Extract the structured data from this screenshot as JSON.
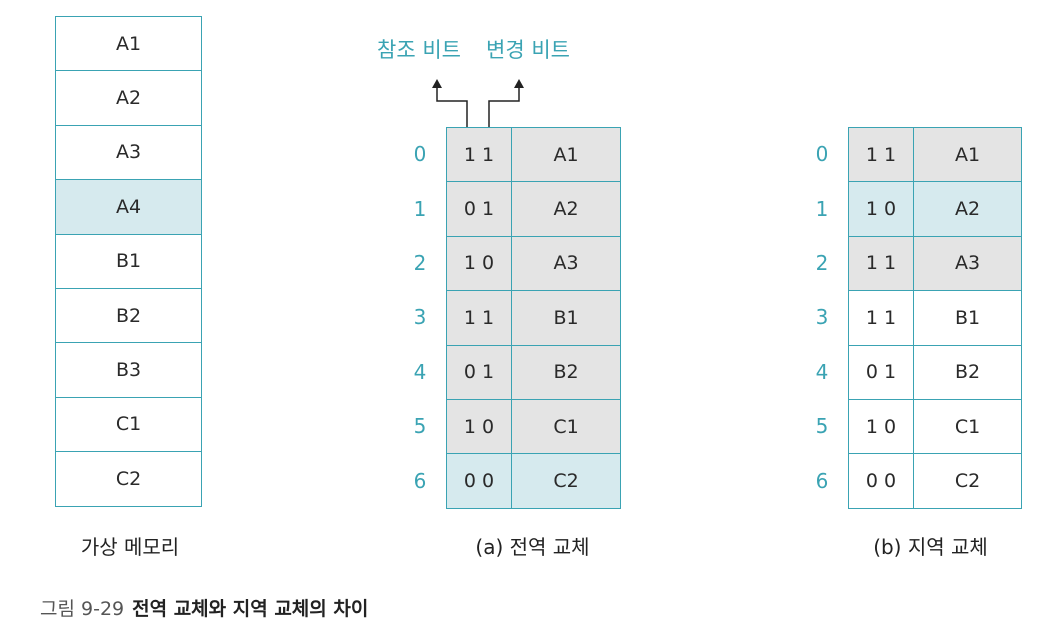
{
  "virtual_memory": {
    "caption": "가상 메모리",
    "pages": [
      {
        "label": "A1",
        "highlight": false
      },
      {
        "label": "A2",
        "highlight": false
      },
      {
        "label": "A3",
        "highlight": false
      },
      {
        "label": "A4",
        "highlight": true
      },
      {
        "label": "B1",
        "highlight": false
      },
      {
        "label": "B2",
        "highlight": false
      },
      {
        "label": "B3",
        "highlight": false
      },
      {
        "label": "C1",
        "highlight": false
      },
      {
        "label": "C2",
        "highlight": false
      }
    ]
  },
  "bit_labels": {
    "reference": "참조 비트",
    "modify": "변경 비트"
  },
  "global_replacement": {
    "caption": "(a) 전역 교체",
    "rows": [
      {
        "index": "0",
        "bits": "1 1",
        "page": "A1",
        "state": "gray"
      },
      {
        "index": "1",
        "bits": "0 1",
        "page": "A2",
        "state": "gray"
      },
      {
        "index": "2",
        "bits": "1 0",
        "page": "A3",
        "state": "gray"
      },
      {
        "index": "3",
        "bits": "1 1",
        "page": "B1",
        "state": "gray"
      },
      {
        "index": "4",
        "bits": "0 1",
        "page": "B2",
        "state": "gray"
      },
      {
        "index": "5",
        "bits": "1 0",
        "page": "C1",
        "state": "gray"
      },
      {
        "index": "6",
        "bits": "0 0",
        "page": "C2",
        "state": "blue"
      }
    ]
  },
  "local_replacement": {
    "caption": "(b) 지역 교체",
    "rows": [
      {
        "index": "0",
        "bits": "1 1",
        "page": "A1",
        "state": "gray"
      },
      {
        "index": "1",
        "bits": "1 0",
        "page": "A2",
        "state": "blue"
      },
      {
        "index": "2",
        "bits": "1 1",
        "page": "A3",
        "state": "gray"
      },
      {
        "index": "3",
        "bits": "1 1",
        "page": "B1",
        "state": "white"
      },
      {
        "index": "4",
        "bits": "0 1",
        "page": "B2",
        "state": "white"
      },
      {
        "index": "5",
        "bits": "1 0",
        "page": "C1",
        "state": "white"
      },
      {
        "index": "6",
        "bits": "0 0",
        "page": "C2",
        "state": "white"
      }
    ]
  },
  "figure_caption": {
    "number": "그림 9-29",
    "title": "전역 교체와 지역 교체의 차이"
  },
  "colors": {
    "line": "#3aa3b3",
    "gray_fill": "#e4e4e4",
    "blue_fill": "#d6eaee",
    "white_fill": "#ffffff",
    "accent_text": "#3aa3b3"
  }
}
